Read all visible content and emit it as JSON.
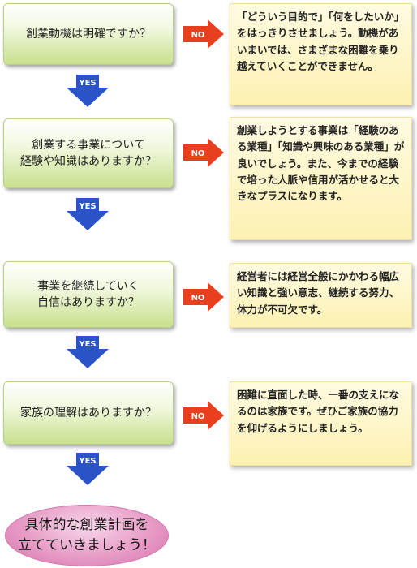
{
  "colors": {
    "question_box": "#c9e08d",
    "answer_box": "#fdf1b2",
    "yes_arrow": "#2a53c7",
    "no_arrow": "#e8401f",
    "final_oval": "#e79cc6"
  },
  "steps": [
    {
      "question": "創業動機は明確ですか？",
      "no_label": "NO",
      "advice": "「どういう目的で」「何をしたいか」をはっきりさせましょう。動機があいまいでは、さまざまな困難を乗り越えていくことができません。",
      "yes_label": "YES"
    },
    {
      "question": "創業する事業について\n経験や知識はありますか？",
      "no_label": "NO",
      "advice": "創業しようとする事業は「経験のある業種」「知識や興味のある業種」が良いでしょう。また、今までの経験で培った人脈や信用が活かせると大きなプラスになります。",
      "yes_label": "YES"
    },
    {
      "question": "事業を継続していく\n自信はありますか？",
      "no_label": "NO",
      "advice": "経営者には経営全般にかかわる幅広い知識と強い意志、継続する努力、体力が不可欠です。",
      "yes_label": "YES"
    },
    {
      "question": "家族の理解はありますか？",
      "no_label": "NO",
      "advice": "困難に直面した時、一番の支えになるのは家族です。ぜひご家族の協力を仰げるようにしましょう。",
      "yes_label": "YES"
    }
  ],
  "final": "具体的な創業計画を\n立てていきましょう！"
}
